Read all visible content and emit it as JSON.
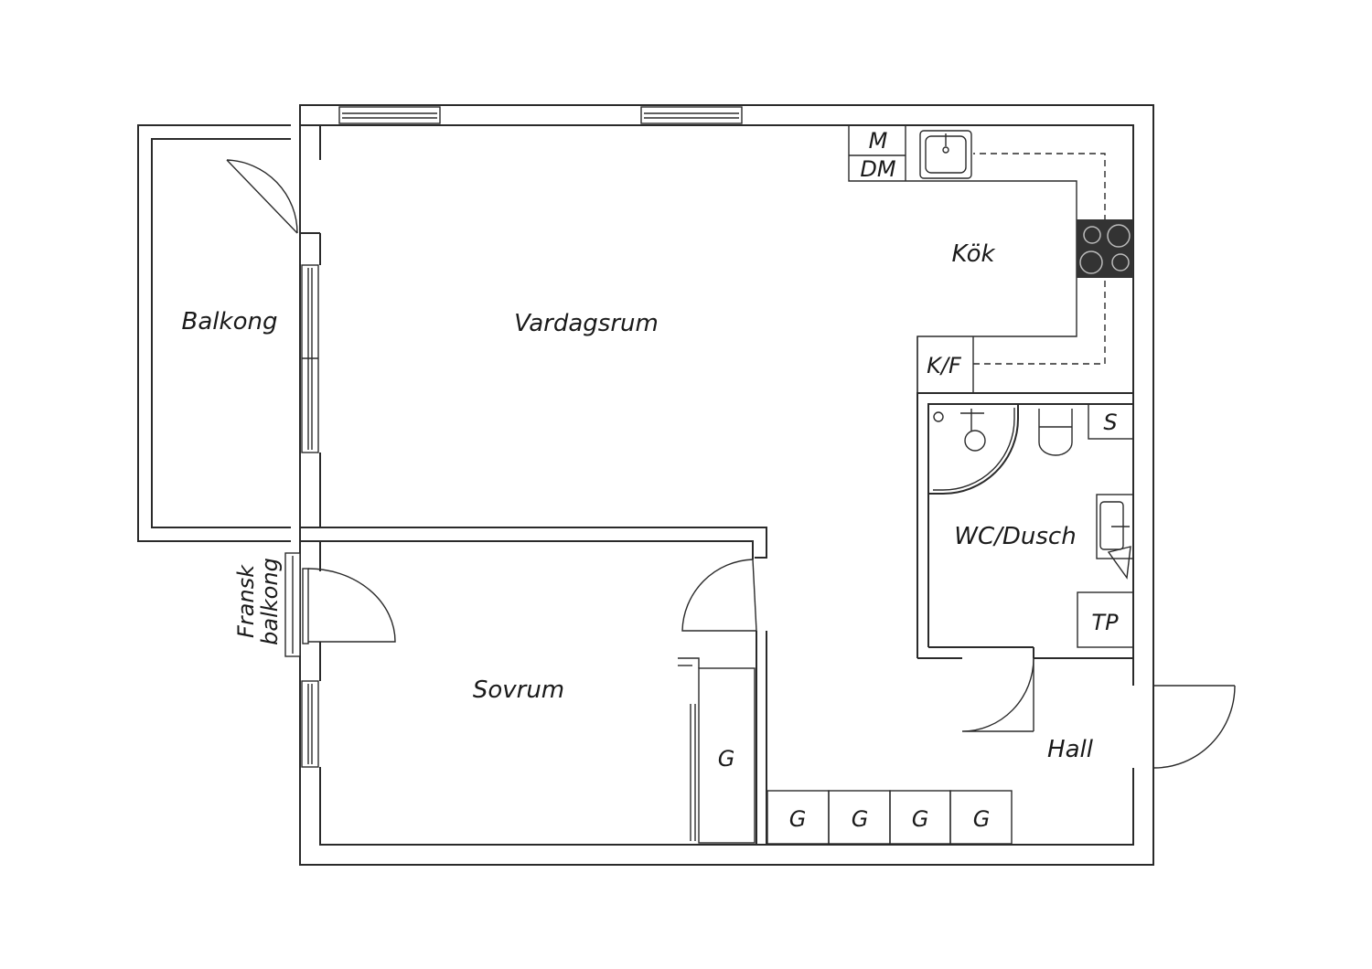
{
  "rooms": {
    "balkong": "Balkong",
    "vardagsrum": "Vardagsrum",
    "kok": "Kök",
    "wc_dusch": "WC/Dusch",
    "sovrum": "Sovrum",
    "hall": "Hall",
    "fransk_line1": "Fransk",
    "fransk_line2": "balkong"
  },
  "fixtures": {
    "microwave": "M",
    "dishwasher": "DM",
    "fridge_freezer": "K/F",
    "storage_s": "S",
    "tp": "TP",
    "wardrobe_sovrum": "G",
    "wardrobes_hall": [
      "G",
      "G",
      "G",
      "G"
    ]
  }
}
